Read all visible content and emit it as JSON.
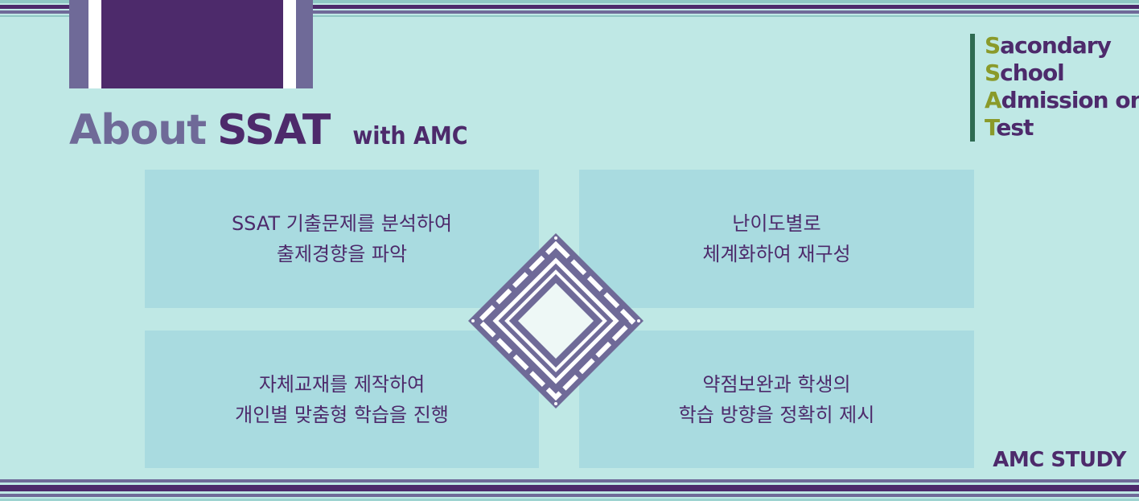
{
  "title": {
    "about": "About",
    "ssat": "SSAT",
    "with": "with AMC"
  },
  "definition": {
    "lines": [
      {
        "initial": "S",
        "rest": "acondary"
      },
      {
        "initial": "S",
        "rest": "chool"
      },
      {
        "initial": "A",
        "rest": "dmission on"
      },
      {
        "initial": "T",
        "rest": "est"
      }
    ]
  },
  "boxes": [
    {
      "line1": "SSAT 기출문제를 분석하여",
      "line2": "출제경향을 파악"
    },
    {
      "line1": "난이도별로",
      "line2": "체계화하여 재구성"
    },
    {
      "line1": "자체교재를 제작하여",
      "line2": "개인별 맞춤형 학습을 진행"
    },
    {
      "line1": "약점보완과 학생의",
      "line2": "학습 방향을 정확히 제시"
    }
  ],
  "brand": "AMC STUDY",
  "colors": {
    "background": "#bfe8e5",
    "box": "#a9dbe0",
    "dark_purple": "#4d2a6b",
    "slate_purple": "#6f6a98",
    "olive_initial": "#8a9a2a",
    "green_bar": "#2f6b52"
  }
}
